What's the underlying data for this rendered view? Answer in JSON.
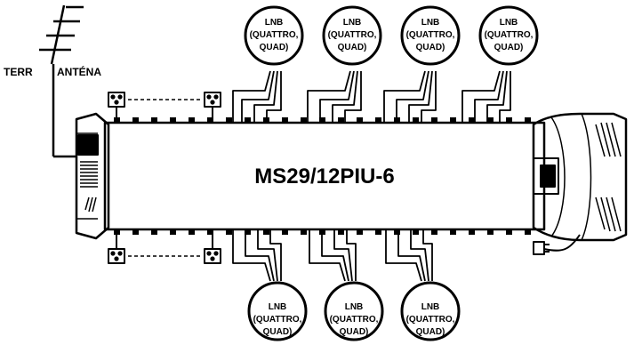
{
  "device": {
    "model": "MS29/12PIU-6"
  },
  "antenna": {
    "terr_label": "TERR",
    "antenna_label": "ANTÉNA"
  },
  "lnb_top": [
    {
      "l1": "LNB",
      "l2": "(QUATTRO,",
      "l3": "QUAD)"
    },
    {
      "l1": "LNB",
      "l2": "(QUATTRO,",
      "l3": "QUAD)"
    },
    {
      "l1": "LNB",
      "l2": "(QUATTRO,",
      "l3": "QUAD)"
    },
    {
      "l1": "LNB",
      "l2": "(QUATTRO,",
      "l3": "QUAD)"
    }
  ],
  "lnb_bottom": [
    {
      "l1": "LNB",
      "l2": "(QUATTRO,",
      "l3": "QUAD)"
    },
    {
      "l1": "LNB",
      "l2": "(QUATTRO,",
      "l3": "QUAD)"
    },
    {
      "l1": "LNB",
      "l2": "(QUATTRO,",
      "l3": "QUAD)"
    }
  ],
  "colors": {
    "line": "#000000",
    "background": "#ffffff"
  }
}
